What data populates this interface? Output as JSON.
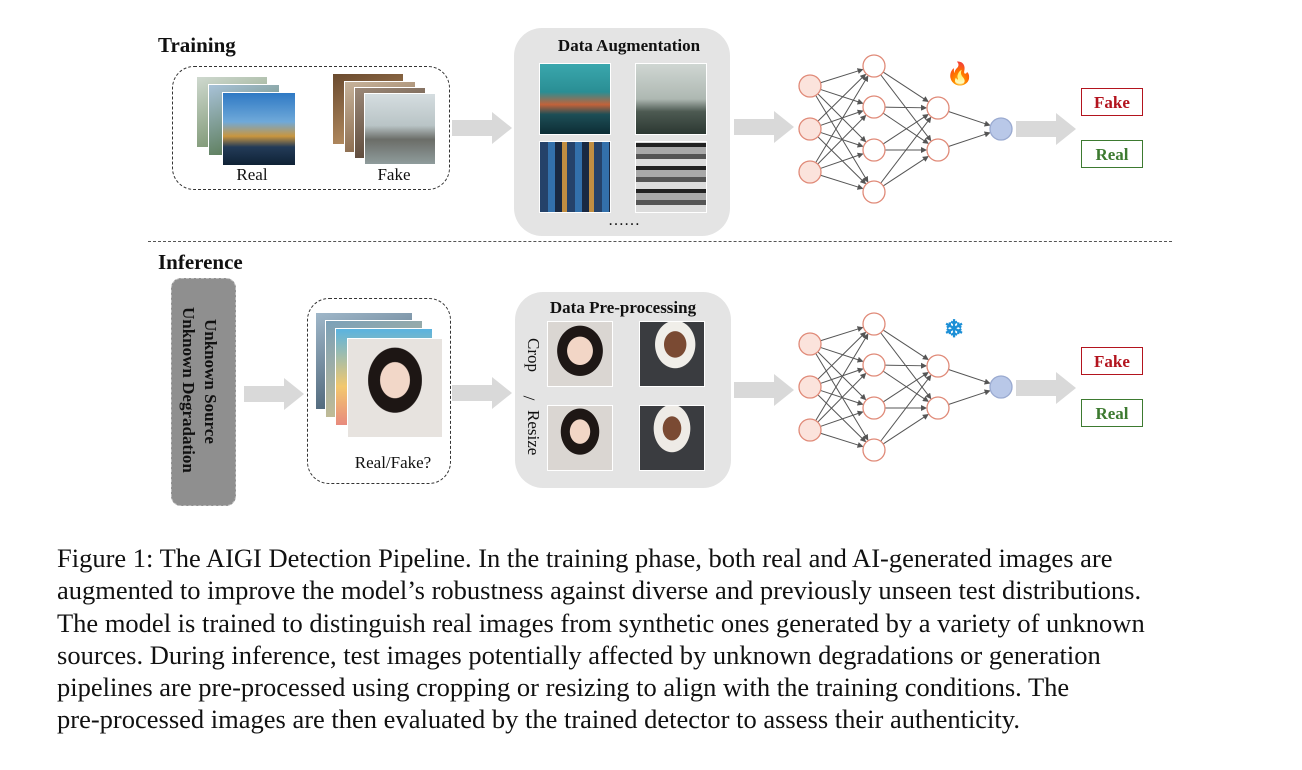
{
  "training": {
    "title": "Training",
    "real_label": "Real",
    "fake_label": "Fake",
    "aug_title": "Data Augmentation",
    "aug_ellipsis": "……",
    "out_fake": "Fake",
    "out_real": "Real",
    "state_icon": "fire-icon"
  },
  "inference": {
    "title": "Inference",
    "unknown_source": "Unknown Source",
    "unknown_degradation": "Unknown Degradation",
    "query_label": "Real/Fake?",
    "pre_title": "Data Pre-processing",
    "crop_label": "Crop",
    "slash_label": "/",
    "resize_label": "Resize",
    "out_fake": "Fake",
    "out_real": "Real",
    "state_icon": "snowflake-icon"
  },
  "colors": {
    "fake": "#b3141e",
    "real": "#3d7a30",
    "node_fill": "#fbe3dc",
    "node_stroke": "#e08a78",
    "output_node": "#b9c8e8",
    "panel_grey": "#e4e4e4",
    "arrow_grey": "#d9d9d9"
  },
  "caption": {
    "lines": [
      "Figure 1: The AIGI Detection Pipeline. In the training phase, both real and AI-generated images are",
      "augmented to improve the model’s robustness against diverse and previously unseen test distributions.",
      "The model is trained to distinguish real images from synthetic ones generated by a variety of unknown",
      "sources. During inference, test images potentially affected by unknown degradations or generation",
      "pipelines are pre-processed using cropping or resizing to align with the training conditions. The",
      "pre-processed images are then evaluated by the trained detector to assess their authenticity."
    ]
  }
}
